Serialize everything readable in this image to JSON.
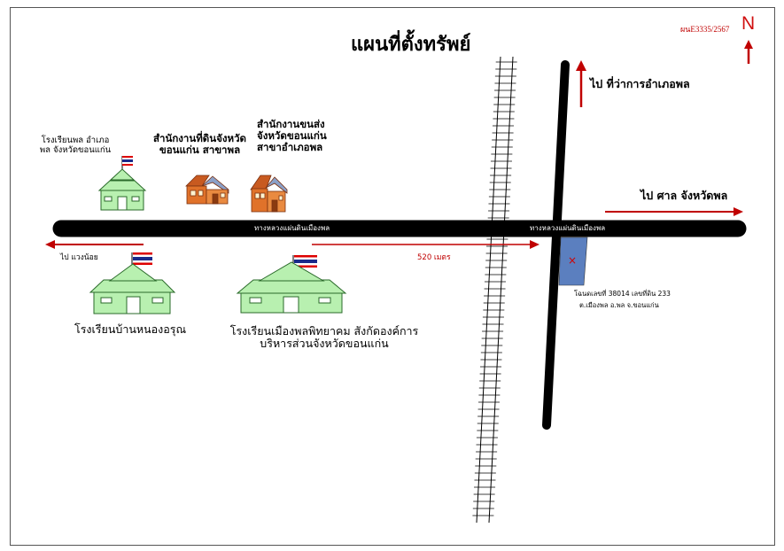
{
  "map": {
    "title": "แผนที่ตั้งทรัพย์",
    "code": "ผนE3335/2567",
    "north": "N",
    "road_label_left": "ทางหลวงแผ่นดินเมืองพล",
    "road_label_right": "ทางหลวงแผ่นดินเมืองพล",
    "to_district_office": "ไป  ที่ว่าการอำเภอพล",
    "to_court": "ไป  ศาล  จังหวัดพล",
    "to_waeng_noi": "ไป  แวงน้อย",
    "distance": "520 เมตร",
    "school_phon_line1": "โรงเรียนพล อำเภอ",
    "school_phon_line2": "พล จังหวัดขอนแก่น",
    "land_office_line1": "สำนักงานที่ดินจังหวัด",
    "land_office_line2": "ขอนแก่น สาขาพล",
    "transport_office_line1": "สำนักงานขนส่ง",
    "transport_office_line2": "จังหวัดขอนแก่น",
    "transport_office_line3": "สาขาอำเภอพล",
    "school_nong_orun": "โรงเรียนบ้านหนองอรุณ",
    "school_muang_phon_line1": "โรงเรียนเมืองพลพิทยาคม สังกัดองค์การ",
    "school_muang_phon_line2": "บริหารส่วนจังหวัดขอนแก่น",
    "parcel_line1": "โฉนดเลขที่ 38014 เลขที่ดิน 233",
    "parcel_line2": "ต.เมืองพล  อ.พล  จ.ขอนแก่น",
    "parcel_mark": "×",
    "colors": {
      "road": "#000000",
      "arrow": "#c00000",
      "parcel": "#5b7fbf",
      "school": "#b8f0b0",
      "office": "#e0722a"
    }
  }
}
